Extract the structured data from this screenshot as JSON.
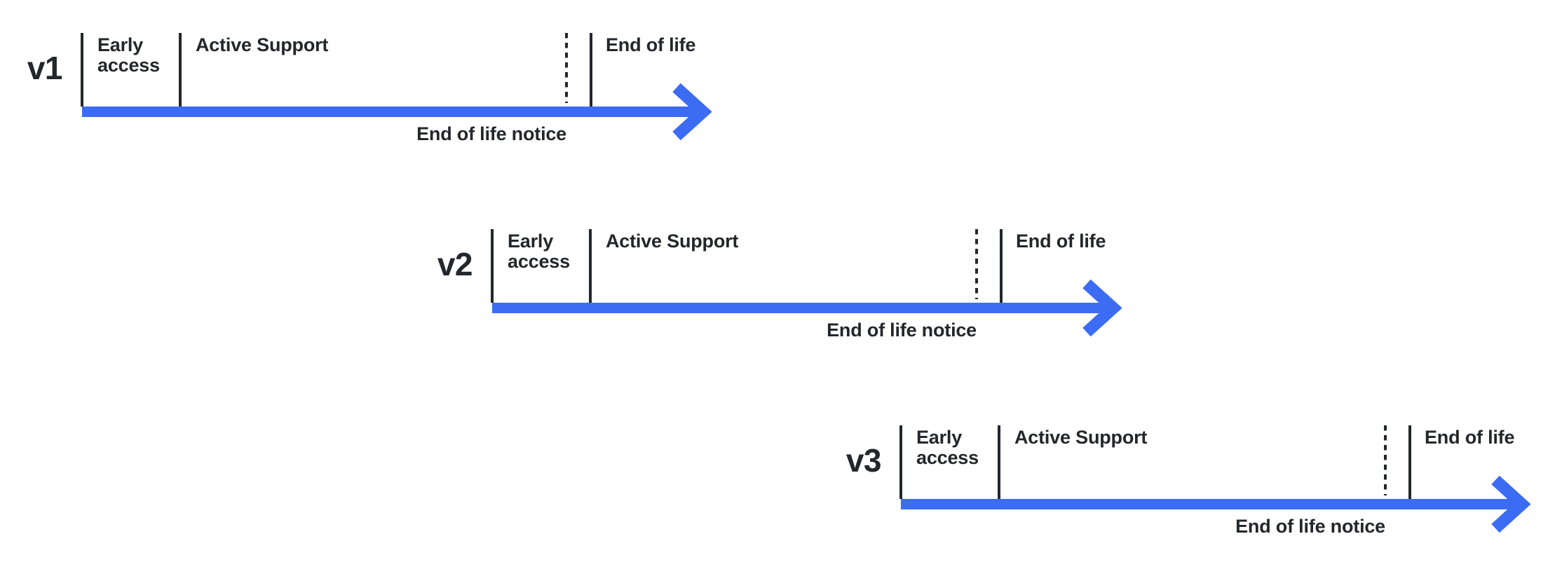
{
  "diagram": {
    "kind": "version-lifecycle-timelines",
    "colors": {
      "arrow_blue": "#3C6CF3",
      "ink": "#23272B",
      "background": "#FFFFFF"
    },
    "timelines": [
      {
        "version": "v1",
        "early_access_label": "Early access",
        "active_support_label": "Active Support",
        "end_of_life_label": "End of life",
        "end_of_life_notice_label": "End of life notice"
      },
      {
        "version": "v2",
        "early_access_label": "Early access",
        "active_support_label": "Active Support",
        "end_of_life_label": "End of life",
        "end_of_life_notice_label": "End of life notice"
      },
      {
        "version": "v3",
        "early_access_label": "Early access",
        "active_support_label": "Active Support",
        "end_of_life_label": "End of life",
        "end_of_life_notice_label": "End of life notice"
      }
    ]
  }
}
